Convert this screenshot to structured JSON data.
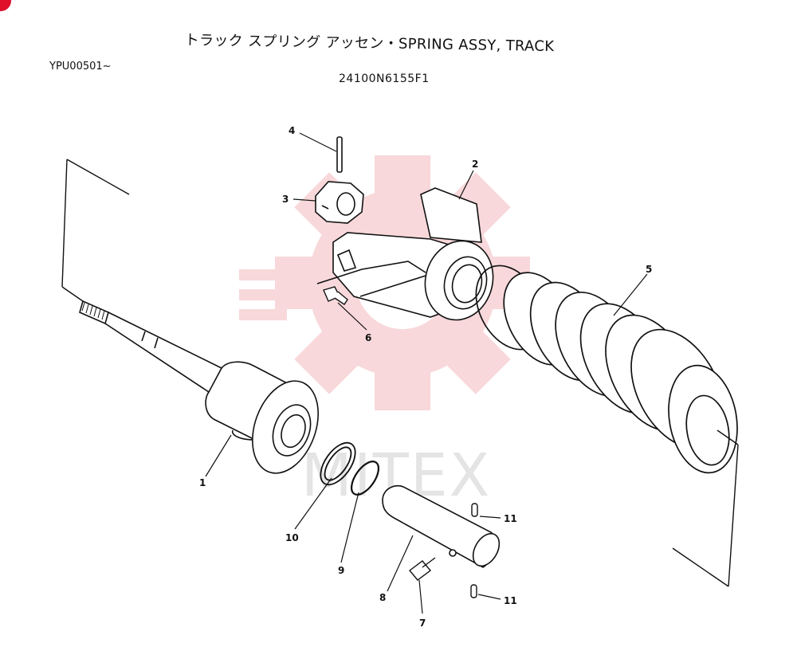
{
  "header": {
    "title": "トラック スプリング アッセン・SPRING ASSY, TRACK",
    "serial": "YPU00501~",
    "part_number": "24100N6155F1"
  },
  "watermark": {
    "text": "MITEX",
    "gear_color": "#f4b9bd"
  },
  "callouts": [
    {
      "id": "c1",
      "label": "1"
    },
    {
      "id": "c2",
      "label": "2"
    },
    {
      "id": "c3",
      "label": "3"
    },
    {
      "id": "c4",
      "label": "4"
    },
    {
      "id": "c5",
      "label": "5"
    },
    {
      "id": "c6",
      "label": "6"
    },
    {
      "id": "c7",
      "label": "7"
    },
    {
      "id": "c8",
      "label": "8"
    },
    {
      "id": "c9",
      "label": "9"
    },
    {
      "id": "c10",
      "label": "10"
    },
    {
      "id": "c11a",
      "label": "11"
    },
    {
      "id": "c11b",
      "label": "11"
    }
  ],
  "colors": {
    "ink": "#111111",
    "corner_mark": "#e0102a"
  }
}
